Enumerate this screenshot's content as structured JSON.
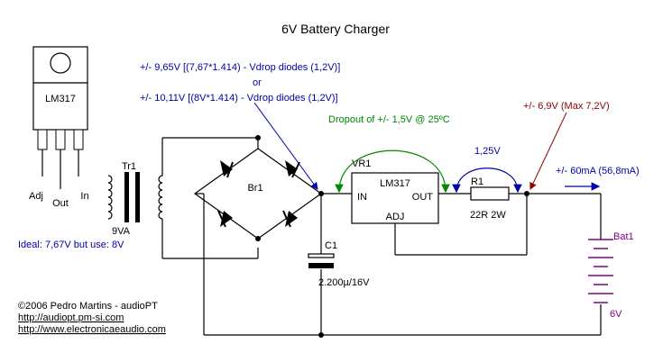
{
  "title": "6V Battery Charger",
  "package": {
    "name": "LM317",
    "pins": [
      "Adj",
      "Out",
      "In"
    ]
  },
  "transformer": {
    "ref": "Tr1",
    "rating": "9VA",
    "note": "Ideal: 7,67V but use: 8V"
  },
  "bridge": {
    "ref": "Br1"
  },
  "capacitor": {
    "ref": "C1",
    "value": "2.200µ/16V"
  },
  "regulator": {
    "ref": "VR1",
    "name": "LM317",
    "pin_in": "IN",
    "pin_out": "OUT",
    "pin_adj": "ADJ"
  },
  "resistor": {
    "ref": "R1",
    "value": "22R 2W"
  },
  "battery": {
    "ref": "Bat1",
    "value": "6V"
  },
  "annotations": {
    "vin_line1": "+/- 9,65V [(7,67*1.414) - Vdrop diodes (1,2V)]",
    "vin_or": "or",
    "vin_line2": "+/- 10,11V [(8V*1.414) - Vdrop diodes (1,2V)]",
    "dropout": "Dropout of +/- 1,5V @ 25ºC",
    "vref": "1,25V",
    "vout": "+/- 6,9V (Max 7,2V)",
    "current": "+/- 60mA (56,8mA)"
  },
  "credits": {
    "copyright": "©2006 Pedro Martins - audioPT",
    "link1": "http://audiopt.pm-si.com",
    "link2": "http://www.electronicaeaudio.com"
  },
  "colors": {
    "blue": "#0000a8",
    "green": "#008800",
    "red": "#8b0000",
    "purple": "#800080"
  }
}
